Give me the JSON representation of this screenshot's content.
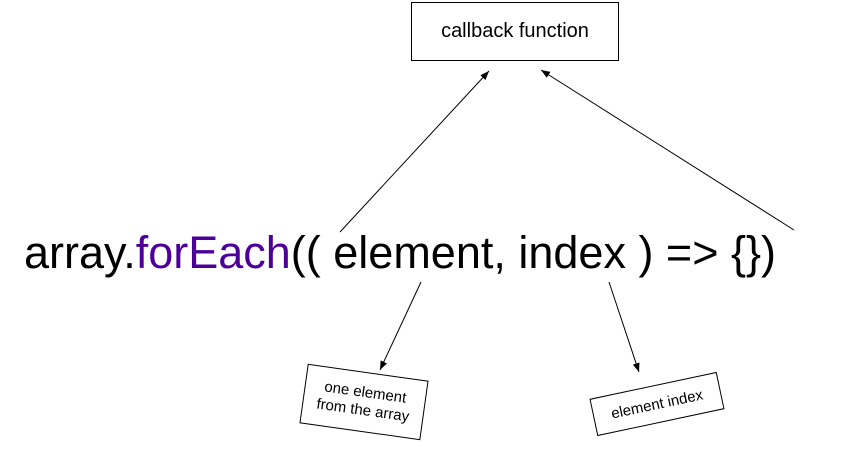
{
  "diagram": {
    "callback_box_label": "callback function",
    "element_box_label": "one element from the array",
    "index_box_label": "element index",
    "code": {
      "object": "array",
      "dot": ".",
      "method": "forEach",
      "rest": "(( element, index ) => {})"
    },
    "colors": {
      "method": "#4c0099",
      "text": "#000000",
      "stroke": "#000000"
    }
  }
}
